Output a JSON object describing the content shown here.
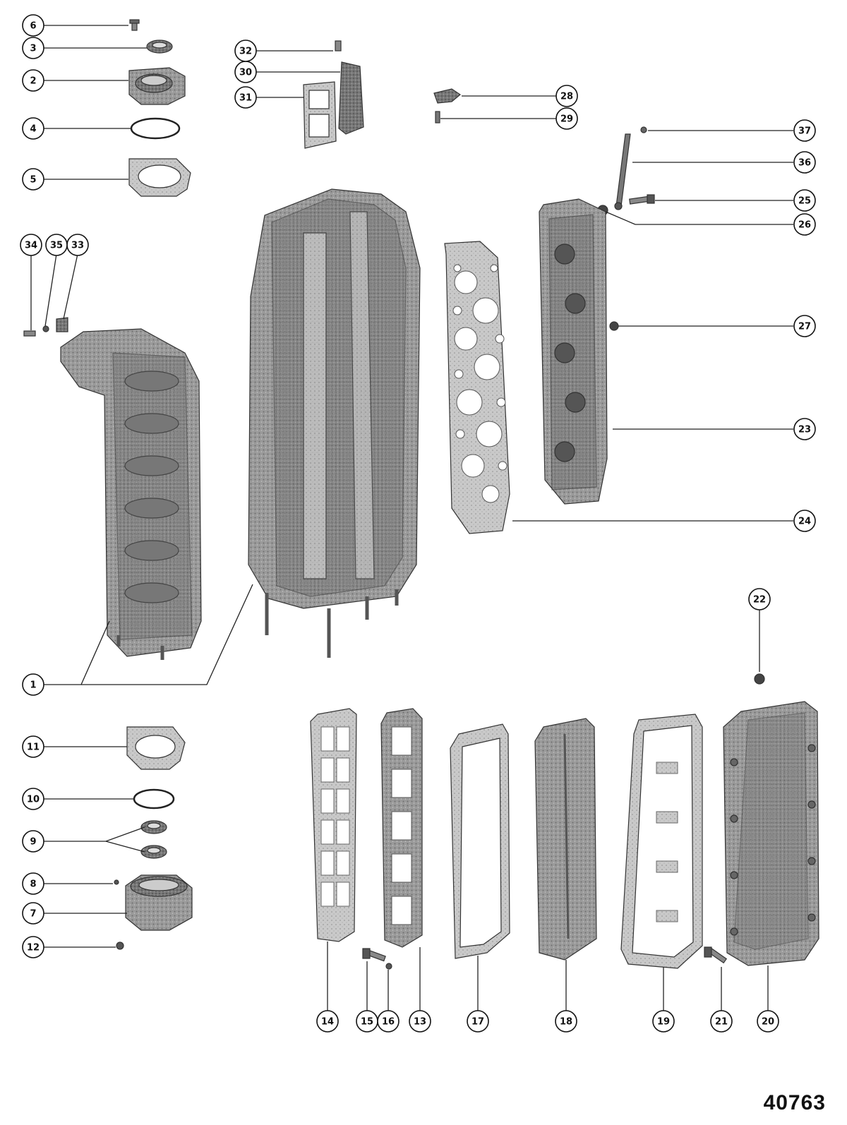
{
  "diagram": {
    "figure_id": "40763",
    "callouts": [
      {
        "num": "1"
      },
      {
        "num": "2"
      },
      {
        "num": "3"
      },
      {
        "num": "4"
      },
      {
        "num": "5"
      },
      {
        "num": "6"
      },
      {
        "num": "7"
      },
      {
        "num": "8"
      },
      {
        "num": "9"
      },
      {
        "num": "10"
      },
      {
        "num": "11"
      },
      {
        "num": "12"
      },
      {
        "num": "13"
      },
      {
        "num": "14"
      },
      {
        "num": "15"
      },
      {
        "num": "16"
      },
      {
        "num": "17"
      },
      {
        "num": "18"
      },
      {
        "num": "19"
      },
      {
        "num": "20"
      },
      {
        "num": "21"
      },
      {
        "num": "22"
      },
      {
        "num": "23"
      },
      {
        "num": "24"
      },
      {
        "num": "25"
      },
      {
        "num": "26"
      },
      {
        "num": "27"
      },
      {
        "num": "28"
      },
      {
        "num": "29"
      },
      {
        "num": "30"
      },
      {
        "num": "31"
      },
      {
        "num": "32"
      },
      {
        "num": "33"
      },
      {
        "num": "34"
      },
      {
        "num": "35"
      },
      {
        "num": "36"
      },
      {
        "num": "37"
      }
    ]
  }
}
